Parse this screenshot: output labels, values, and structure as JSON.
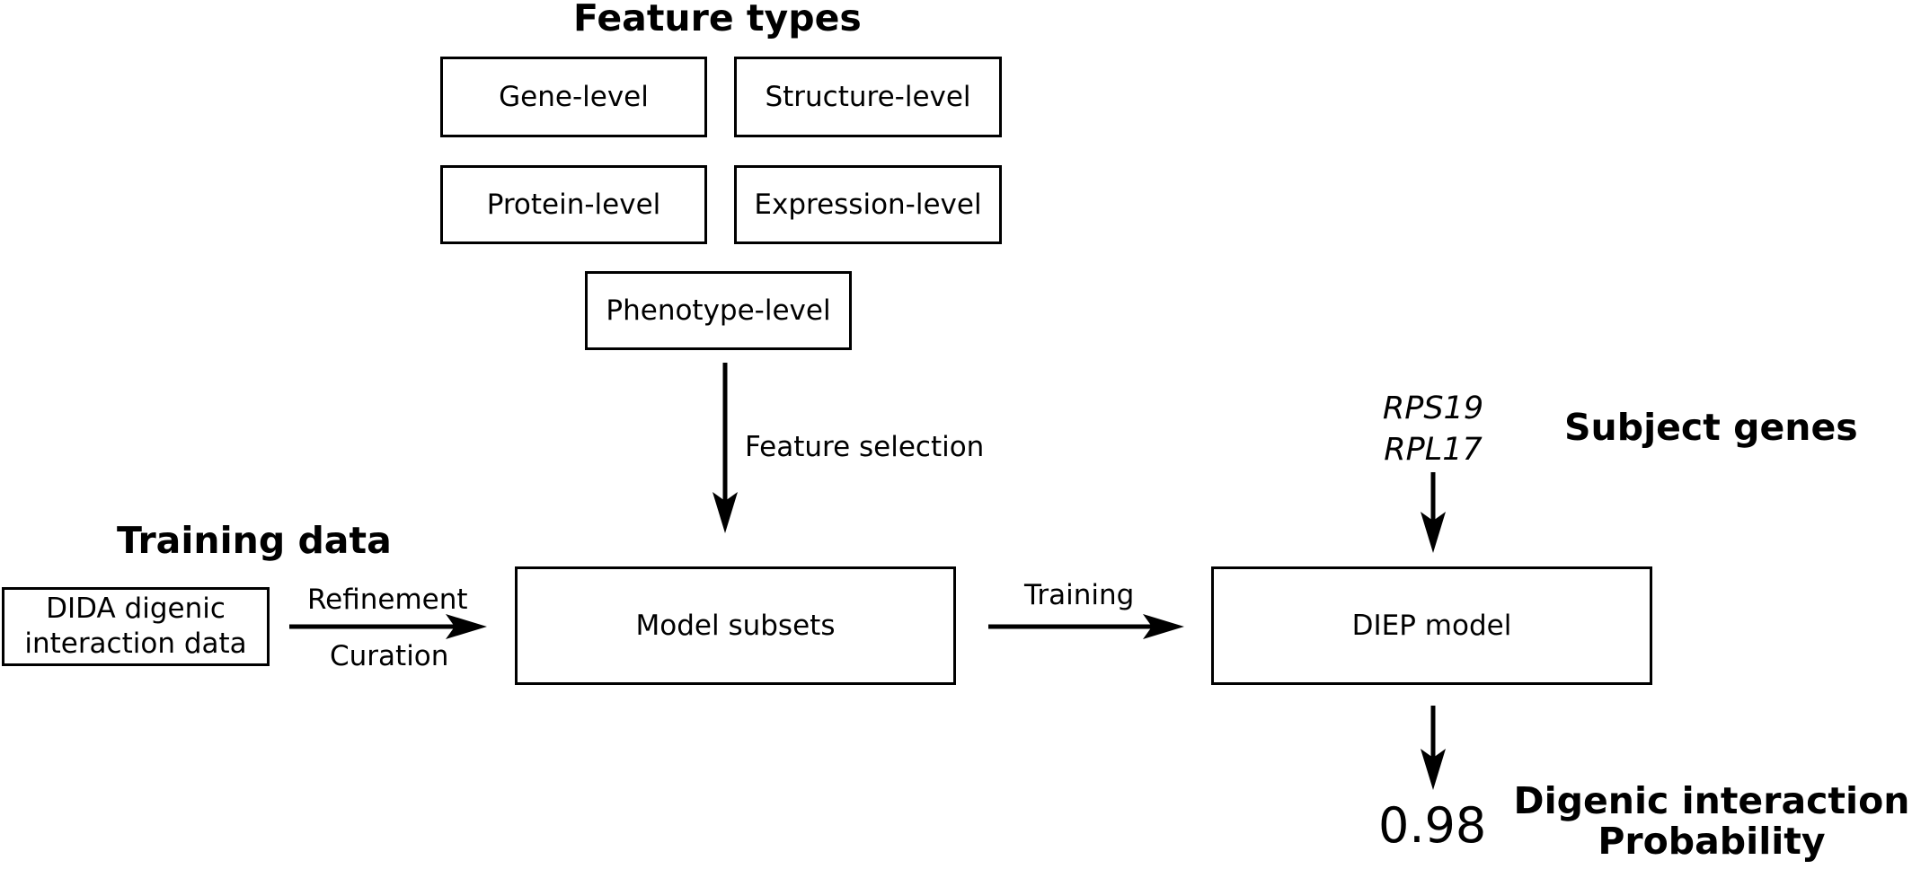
{
  "feature_types": {
    "heading": "Feature types",
    "boxes": [
      "Gene-level",
      "Structure-level",
      "Protein-level",
      "Expression-level",
      "Phenotype-level"
    ]
  },
  "feature_selection_label": "Feature selection",
  "training_data": {
    "heading": "Training data",
    "source_box_line1": "DIDA digenic",
    "source_box_line2": "interaction data",
    "arrow_label_top": "Refinement",
    "arrow_label_bottom": "Curation"
  },
  "model_subsets_box": "Model subsets",
  "training_label": "Training",
  "diep_model_box": "DIEP model",
  "subject_genes": {
    "heading": "Subject genes",
    "genes": [
      "RPS19",
      "RPL17"
    ]
  },
  "result": {
    "value": "0.98",
    "label_line1": "Digenic interaction",
    "label_line2": "Probability"
  }
}
